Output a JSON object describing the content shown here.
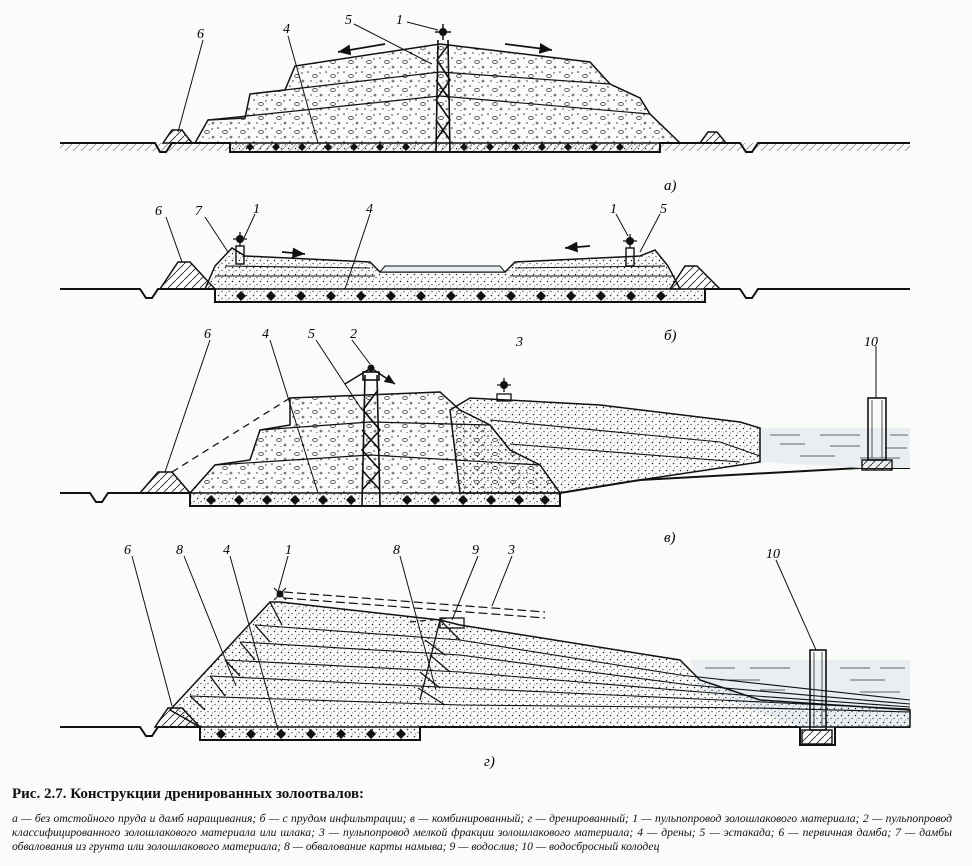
{
  "figure": {
    "panel_a": {
      "sublabel": "а)",
      "callouts": [
        "6",
        "4",
        "5",
        "1"
      ]
    },
    "panel_b": {
      "sublabel": "б)",
      "callouts": [
        "6",
        "7",
        "1",
        "4",
        "1",
        "5"
      ]
    },
    "panel_v": {
      "sublabel": "в)",
      "callouts": [
        "6",
        "4",
        "5",
        "2",
        "3",
        "10"
      ]
    },
    "panel_g": {
      "sublabel": "г)",
      "callouts": [
        "6",
        "8",
        "4",
        "1",
        "8",
        "9",
        "3",
        "10"
      ]
    }
  },
  "caption": {
    "title": "Рис. 2.7. Конструкции дренированных золоотвалов:",
    "text": "а — без отстойного пруда и дамб наращивания; б — с прудом инфильтрации; в — комбинированный; г — дренированный; 1 — пульпопровод золошлакового материала; 2 — пульпопровод классифицированного золошлакового материала или шлака; 3 — пульпопровод мелкой фракции золошлакового материала; 4 — дрены; 5 — эстакада; 6 — первичная дамба; 7 — дамбы обвалования из грунта или золошлакового материала; 8 — обвалование карты намыва; 9 — водослив; 10 — водосбросный колодец"
  },
  "colors": {
    "ink": "#111111",
    "paper": "#fbfbf9",
    "water": "#e9eef2"
  }
}
